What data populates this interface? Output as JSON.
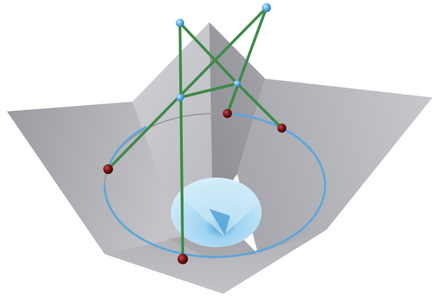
{
  "scene": {
    "description_visible_text": "",
    "colors": {
      "background": "#ffffff",
      "wall_light": "#c9c9cd",
      "wall_mid": "#a9a9ae",
      "wall_dark": "#8e8e94",
      "floor": "#b4b4b9",
      "circle_blue": "#5aa7dc",
      "circle_gray": "#9a9aa0",
      "rod_green": "#3f8a4a",
      "joint_blue": "#6bb8ea",
      "joint_red": "#8a1a1a",
      "cone_light": "#d7eefa",
      "cone_dark": "#7cc0e6"
    },
    "objects": {
      "walls": [
        "left-wall",
        "back-left-wall",
        "back-right-wall",
        "right-wall",
        "floor"
      ],
      "circle": "circular-track",
      "cone": "central-cone",
      "linkage_rods": 5,
      "top_joints": 4,
      "base_joints": 4
    }
  }
}
